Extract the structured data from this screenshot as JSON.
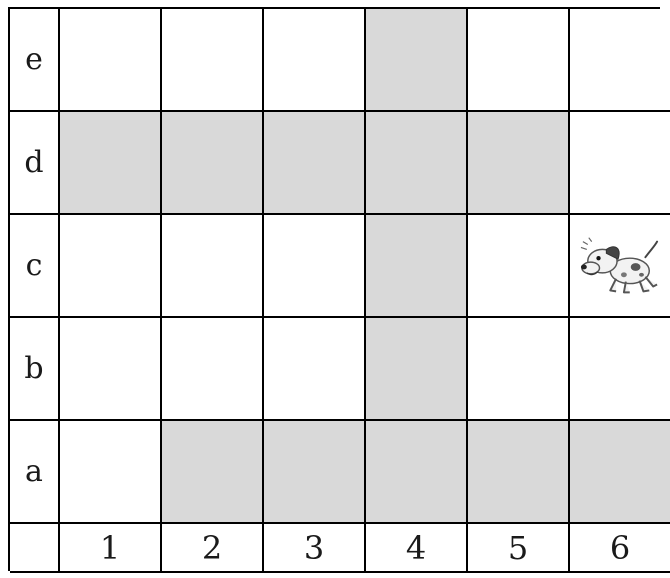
{
  "grid": {
    "row_labels": [
      "e",
      "d",
      "c",
      "b",
      "a"
    ],
    "col_labels": [
      "1",
      "2",
      "3",
      "4",
      "5",
      "6"
    ],
    "shaded_cells": [
      "e4",
      "d1",
      "d2",
      "d3",
      "d4",
      "d5",
      "c4",
      "b4",
      "a2",
      "a3",
      "a4",
      "a5",
      "a6"
    ],
    "dog": {
      "icon": "dog-icon",
      "row": "c",
      "col": "6"
    },
    "colors": {
      "shade": "#d9d9d9",
      "background": "#ffffff",
      "lines": "#000000"
    }
  }
}
